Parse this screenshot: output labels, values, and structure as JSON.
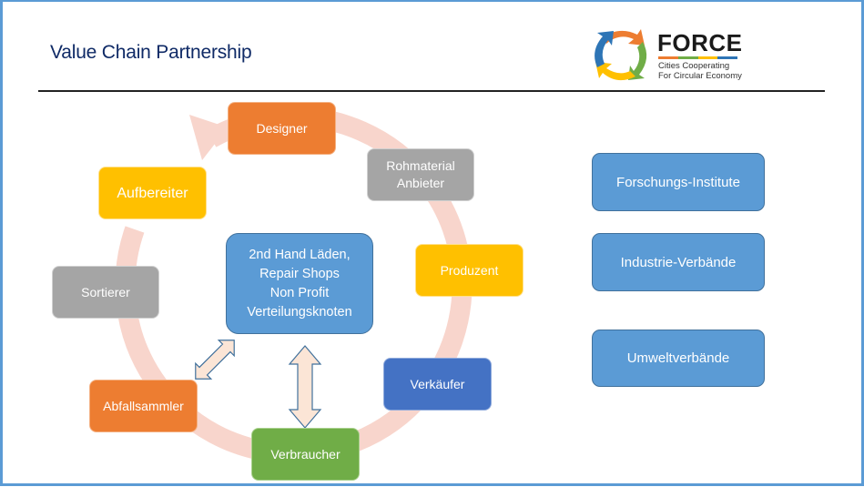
{
  "slide": {
    "title": "Value Chain Partnership",
    "logo": {
      "name": "FORCE",
      "tagline_line1": "Cities Cooperating",
      "tagline_line2": "For Circular Economy",
      "bar_colors": [
        "#ed7d31",
        "#70ad47",
        "#ffc000",
        "#2e75b6"
      ],
      "arrow_colors": [
        "#ed7d31",
        "#70ad47",
        "#ffc000",
        "#2e75b6"
      ]
    }
  },
  "cycle": {
    "ring_color": "#f8d5cc",
    "nodes": [
      {
        "id": "designer",
        "label": "Designer",
        "color": "#ed7d31"
      },
      {
        "id": "rohmaterial",
        "label_line1": "Rohmaterial",
        "label_line2": "Anbieter",
        "color": "#a5a5a5"
      },
      {
        "id": "produzent",
        "label": "Produzent",
        "color": "#ffc000"
      },
      {
        "id": "verkaeufer",
        "label": "Verkäufer",
        "color": "#4472c4"
      },
      {
        "id": "verbraucher",
        "label": "Verbraucher",
        "color": "#70ad47"
      },
      {
        "id": "abfallsammler",
        "label": "Abfallsammler",
        "color": "#ed7d31"
      },
      {
        "id": "sortierer",
        "label": "Sortierer",
        "color": "#a5a5a5"
      },
      {
        "id": "aufbereiter",
        "label": "Aufbereiter",
        "color": "#ffc000"
      }
    ],
    "center": {
      "lines": [
        "2nd Hand Läden,",
        "Repair Shops",
        "Non Profit",
        "Verteilungsknoten"
      ],
      "color": "#5b9bd5"
    },
    "connector_fill": "#fbe5d6",
    "connector_stroke": "#41719c"
  },
  "partners": [
    {
      "label": "Forschungs-Institute"
    },
    {
      "label": "Industrie-Verbände"
    },
    {
      "label": "Umweltverbände"
    }
  ]
}
